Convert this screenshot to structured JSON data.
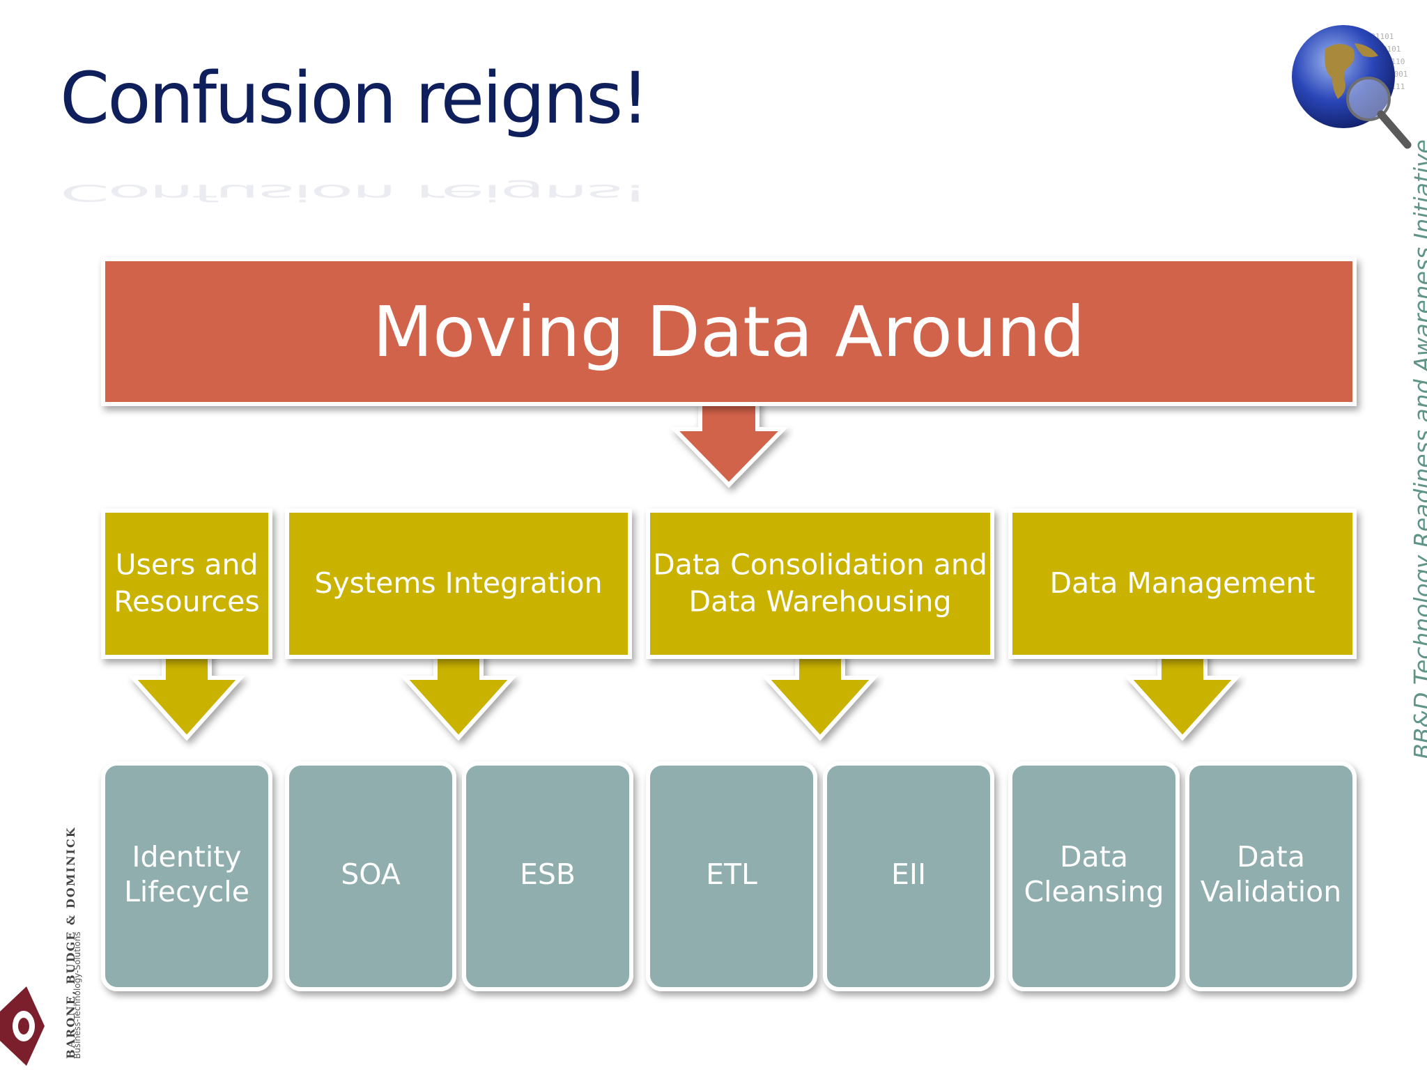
{
  "slide": {
    "title": "Confusion reigns!",
    "side_note": "BB&D Technology Readiness and Awareness Initiative",
    "logo": {
      "org": "BARONE, BUDGE & DOMINICK",
      "tagline": "Business-Technology-Solutions"
    }
  },
  "diagram": {
    "top_box": {
      "label": "Moving Data Around"
    },
    "categories": [
      {
        "lines": [
          "Users and",
          "Resources"
        ]
      },
      {
        "lines": [
          "Systems Integration"
        ]
      },
      {
        "lines": [
          "Data Consolidation and",
          "Data Warehousing"
        ]
      },
      {
        "lines": [
          "Data Management"
        ]
      }
    ],
    "items": [
      {
        "lines": [
          "Identity",
          "Lifecycle"
        ]
      },
      {
        "lines": [
          "SOA"
        ]
      },
      {
        "lines": [
          "ESB"
        ]
      },
      {
        "lines": [
          "ETL"
        ]
      },
      {
        "lines": [
          "EII"
        ]
      },
      {
        "lines": [
          "Data",
          "Cleansing"
        ]
      },
      {
        "lines": [
          "Data",
          "Validation"
        ]
      }
    ]
  },
  "colors": {
    "top_box": "#d2634c",
    "category_box": "#c9b200",
    "item_box": "#8faead",
    "title": "#0f1f5c",
    "side_note": "#5f9488"
  }
}
